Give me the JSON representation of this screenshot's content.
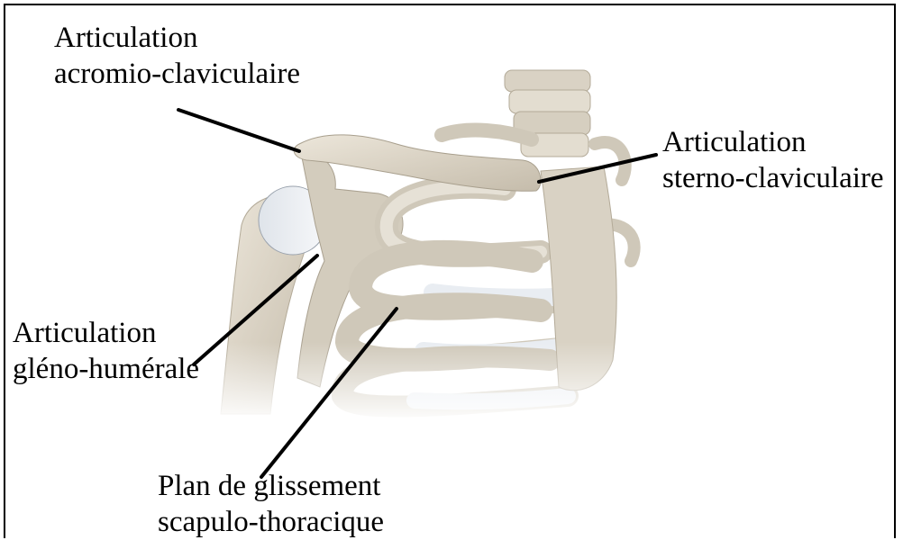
{
  "labels": {
    "acromio": {
      "line1": "Articulation",
      "line2": "acromio-claviculaire"
    },
    "sterno": {
      "line1": "Articulation",
      "line2": "sterno-claviculaire"
    },
    "gleno": {
      "line1": "Articulation",
      "line2": "gléno-humérale"
    },
    "scapulo": {
      "line1": "Plan de glissement",
      "line2": "scapulo-thoracique"
    }
  },
  "colors": {
    "bone": "#d8d1c3",
    "bone_shadow": "#b9b09f",
    "cartilage": "#e8ecf2",
    "line": "#000000"
  }
}
